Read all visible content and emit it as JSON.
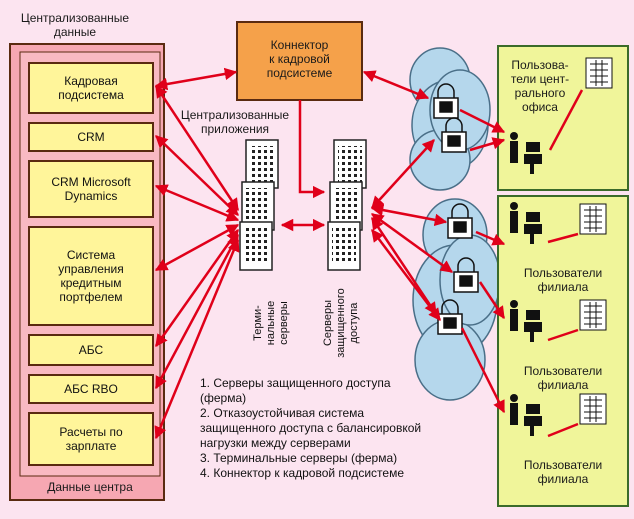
{
  "central_data_title": "Централизованные\nданные",
  "data_center_label": "Данные центра",
  "systems": [
    "Кадровая\nподсистема",
    "CRM",
    "CRM Microsoft\nDynamics",
    "Система\nуправления\nкредитным\nпортфелем",
    "АБС",
    "АБС RBO",
    "Расчеты по\nзарплате"
  ],
  "connector_label": "Коннектор\nк кадровой\nподсистеме",
  "central_apps_label": "Централизованные\nприложения",
  "terminal_servers_label": "Терми-\nнальные\nсерверы",
  "secure_servers_label": "Серверы\nзащищенного\nдоступа",
  "central_office_users_label": "Пользова-\nтели цент-\nрального\nофиса",
  "branch_users_labels": [
    "Пользователи\nфилиала",
    "Пользователи\nфилиала",
    "Пользователи\nфилиала"
  ],
  "notes": [
    "1. Серверы защищенного доступа (ферма)",
    "2. Отказоустойчивая система защищенного доступа с балансировкой нагрузки между серверами",
    "3. Терминальные серверы (ферма)",
    "4. Коннектор к кадровой подсистеме"
  ],
  "colors": {
    "background": "#fce4f0",
    "data_panel": "#f6a7b2",
    "system_box": "#fff59a",
    "connector_box": "#f5a14a",
    "user_panel": "#f0f59a",
    "cloud": "#b5d7ec",
    "arrow": "#e0001a"
  }
}
